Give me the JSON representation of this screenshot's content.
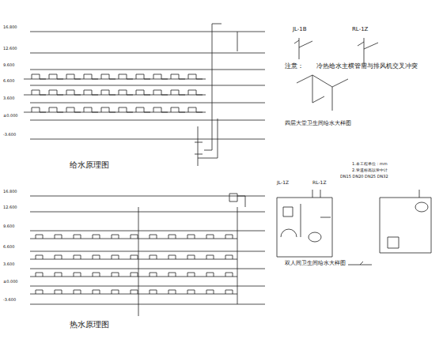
{
  "diagram": {
    "labels": [
      "给水原理图",
      "热水原理图",
      "JL-1B",
      "RL-1Z",
      "注意：",
      "冷热给水主横管需与排风机交叉冲突",
      "四层大堂卫生间给水大样图",
      "双人间卫生间给水大样图",
      "JL-1Z",
      "RL-1Z",
      "16.800",
      "12.600",
      "9.600",
      "6.600",
      "3.600",
      "±0.000",
      "-3.600",
      "16.800",
      "12.600",
      "9.600",
      "6.600",
      "3.600",
      "±0.000",
      "-3.600",
      "1.本工程单位：mm",
      "2.管道标高以管中计",
      "DN15  DN20  DN25  DN32"
    ]
  }
}
